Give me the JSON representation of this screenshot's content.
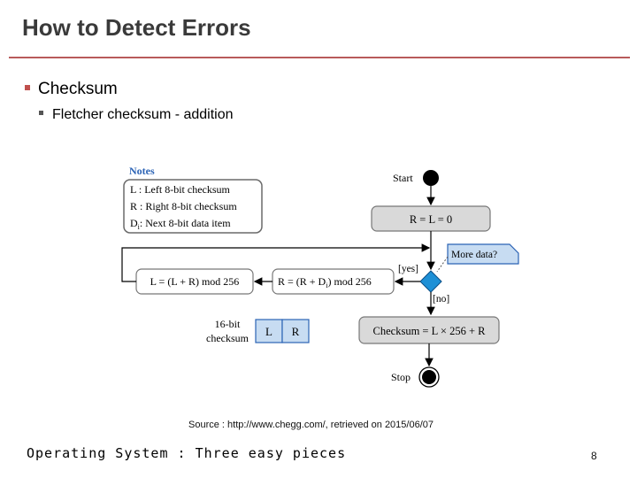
{
  "slide": {
    "title": "How to Detect Errors",
    "bullet1": "Checksum",
    "bullet2": "Fletcher checksum - addition",
    "source": "Source : http://www.chegg.com/, retrieved on 2015/06/07",
    "footer": "Operating System : Three easy pieces",
    "page_number": "8"
  },
  "diagram": {
    "notes_title": "Notes",
    "notes": [
      "L : Left 8-bit checksum",
      "R : Right 8-bit checksum",
      "Next 8-bit data item"
    ],
    "note_di_prefix": "D",
    "note_di_sub": "i",
    "note_di_colon": ":",
    "start": "Start",
    "init": "R = L = 0",
    "more_data": "More data?",
    "yes": "[yes]",
    "no": "[no]",
    "update_r_prefix": "R = (R + D",
    "update_r_sub": "i",
    "update_r_suffix": ") mod 256",
    "update_l": "L = (L + R) mod 256",
    "checksum_label_line1": "16-bit",
    "checksum_label_line2": "checksum",
    "cell_l": "L",
    "cell_r": "R",
    "checksum_formula": "Checksum = L × 256 + R",
    "stop": "Stop"
  },
  "colors": {
    "title": "#3a3a3a",
    "rule": "#b85a5a",
    "bullet1_marker": "#c0504d",
    "action_fill": "#d9d9d9",
    "decision_fill": "#1e90d6",
    "cell_fill": "#c7dcf2",
    "notes_title": "#2b63b5"
  }
}
